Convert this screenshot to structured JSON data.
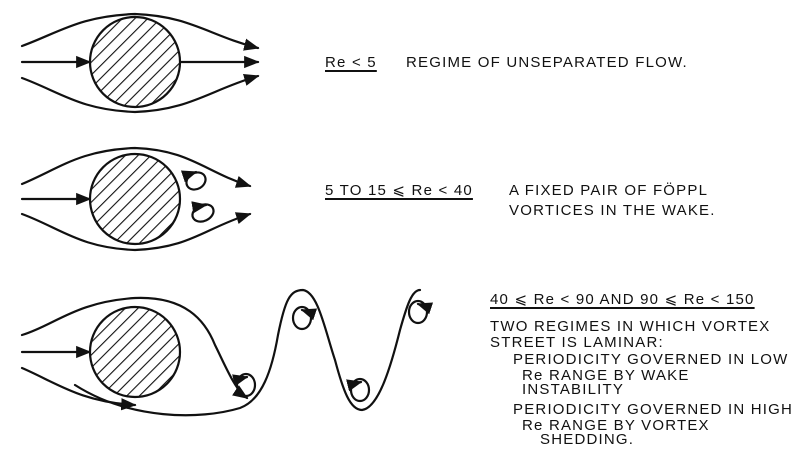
{
  "regimes": [
    {
      "range": "Re < 5",
      "description_lines": [
        "REGIME OF UNSEPARATED FLOW."
      ]
    },
    {
      "range": "5 TO 15 ⩽ Re < 40",
      "description_lines": [
        "A FIXED PAIR OF FÖPPL",
        "VORTICES IN THE WAKE."
      ]
    },
    {
      "range": "40 ⩽ Re < 90 AND 90 ⩽ Re < 150",
      "description_lines": [
        "TWO REGIMES IN WHICH VORTEX",
        "STREET IS LAMINAR:",
        "PERIODICITY GOVERNED IN LOW",
        "Re RANGE BY WAKE",
        "INSTABILITY",
        "PERIODICITY GOVERNED IN HIGH",
        "Re RANGE BY VORTEX",
        "SHEDDING."
      ]
    }
  ],
  "colors": {
    "ink": "#111111",
    "background": "#ffffff"
  }
}
